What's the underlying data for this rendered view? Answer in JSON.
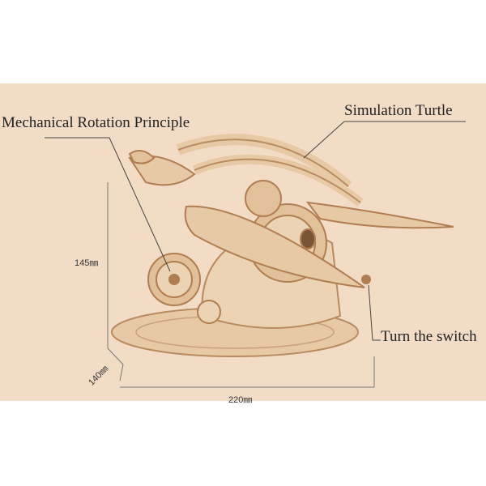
{
  "callouts": {
    "mechanical": "Mechanical Rotation Principle",
    "turtle": "Simulation Turtle",
    "switch": "Turn the switch"
  },
  "dimensions": {
    "height": "145㎜",
    "depth": "140㎜",
    "width": "220㎜"
  },
  "colors": {
    "background": "#f3dcc6",
    "wood": "#e8c9a6",
    "wood_dark": "#b88b60",
    "line": "#555555"
  }
}
